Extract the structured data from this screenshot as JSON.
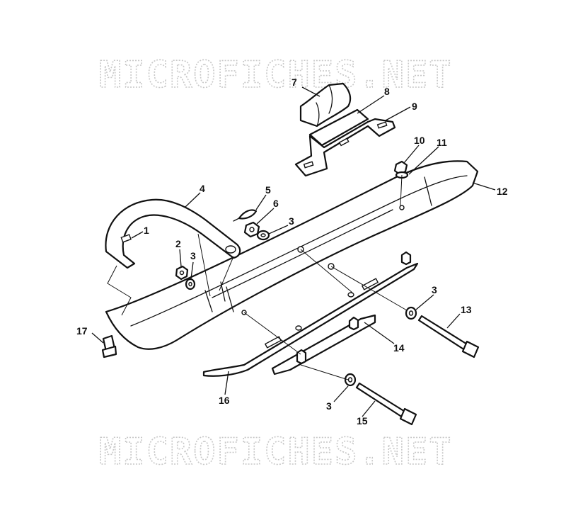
{
  "watermark": {
    "top_text": "MICROFICHES.NET",
    "bottom_text": "MICROFICHES.NET"
  },
  "callouts": {
    "c1": "1",
    "c2": "2",
    "c3a": "3",
    "c3b": "3",
    "c3c": "3",
    "c3d": "3",
    "c4": "4",
    "c5": "5",
    "c6": "6",
    "c7": "7",
    "c8": "8",
    "c9": "9",
    "c10": "10",
    "c11": "11",
    "c12": "12",
    "c13": "13",
    "c14": "14",
    "c15": "15",
    "c16": "16",
    "c17": "17"
  },
  "colors": {
    "line": "#111111",
    "watermark": "#c8c8c8",
    "background": "#ffffff"
  }
}
